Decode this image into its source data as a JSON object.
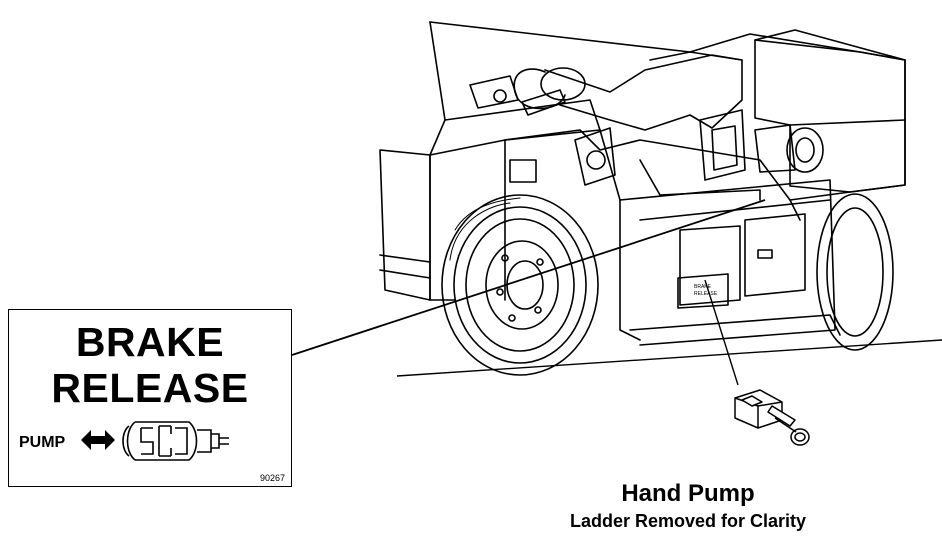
{
  "decal": {
    "line1": "BRAKE",
    "line2": "RELEASE",
    "pump_word": "PUMP",
    "code": "90267",
    "arrow_icon": "double-arrow-icon",
    "pump_icon": "brake-pump-icon"
  },
  "caption": {
    "title": "Hand Pump",
    "subtitle": "Ladder Removed for Clarity"
  },
  "colors": {
    "line": "#000000",
    "background": "#ffffff"
  }
}
